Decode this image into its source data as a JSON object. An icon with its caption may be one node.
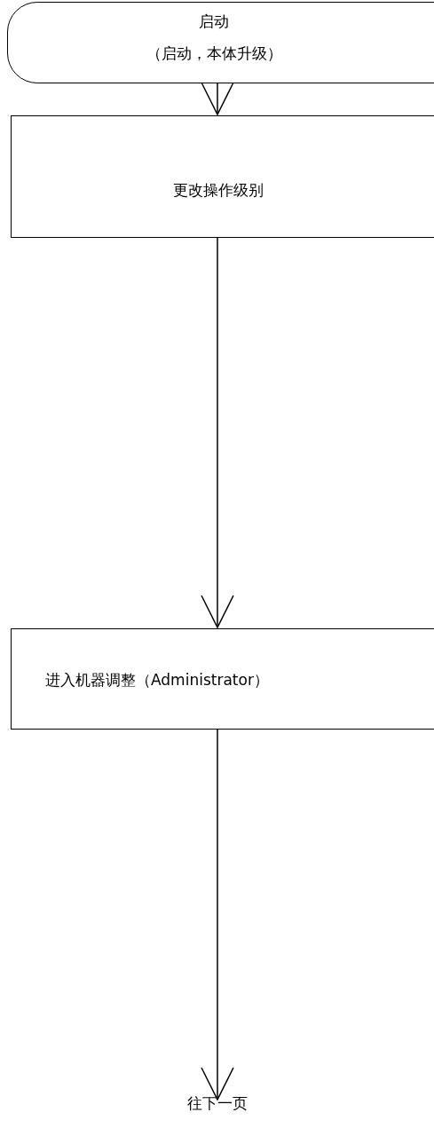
{
  "diagram": {
    "nodes": [
      {
        "text": [
          "启动",
          "（启动，本体升级）"
        ]
      },
      {
        "text": [
          "更改操作级别"
        ]
      },
      {
        "text": [
          "进入机器调整（Administrator）"
        ]
      },
      {
        "text": [
          "往下一页"
        ]
      }
    ],
    "edges": [
      {
        "from": 0,
        "to": 1,
        "arrow": "to"
      },
      {
        "from": 1,
        "to": 2,
        "arrow": "to"
      },
      {
        "from": 2,
        "to": 3,
        "arrow": "to"
      }
    ]
  }
}
